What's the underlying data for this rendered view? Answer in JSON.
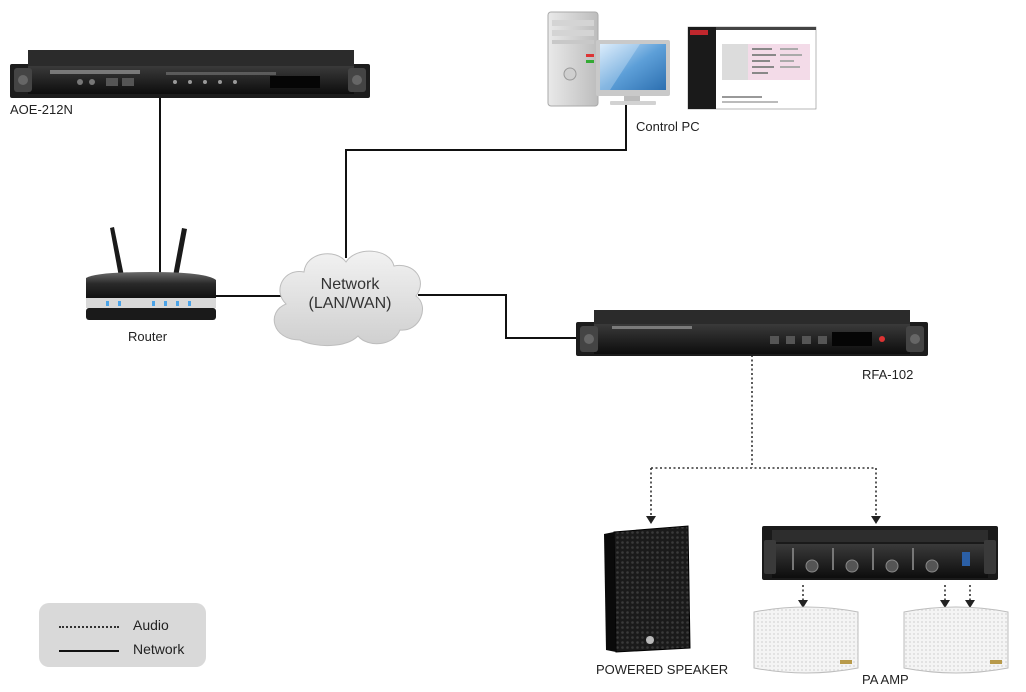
{
  "devices": {
    "aoe": {
      "label": "AOE-212N"
    },
    "control_pc": {
      "label": "Control PC"
    },
    "router": {
      "label": "Router"
    },
    "network": {
      "line1": "Network",
      "line2": "(LAN/WAN)"
    },
    "rfa": {
      "label": "RFA-102"
    },
    "powered_speaker": {
      "label": "POWERED SPEAKER"
    },
    "pa_amp": {
      "label": "PA AMP"
    }
  },
  "legend": {
    "audio": "Audio",
    "network": "Network"
  }
}
